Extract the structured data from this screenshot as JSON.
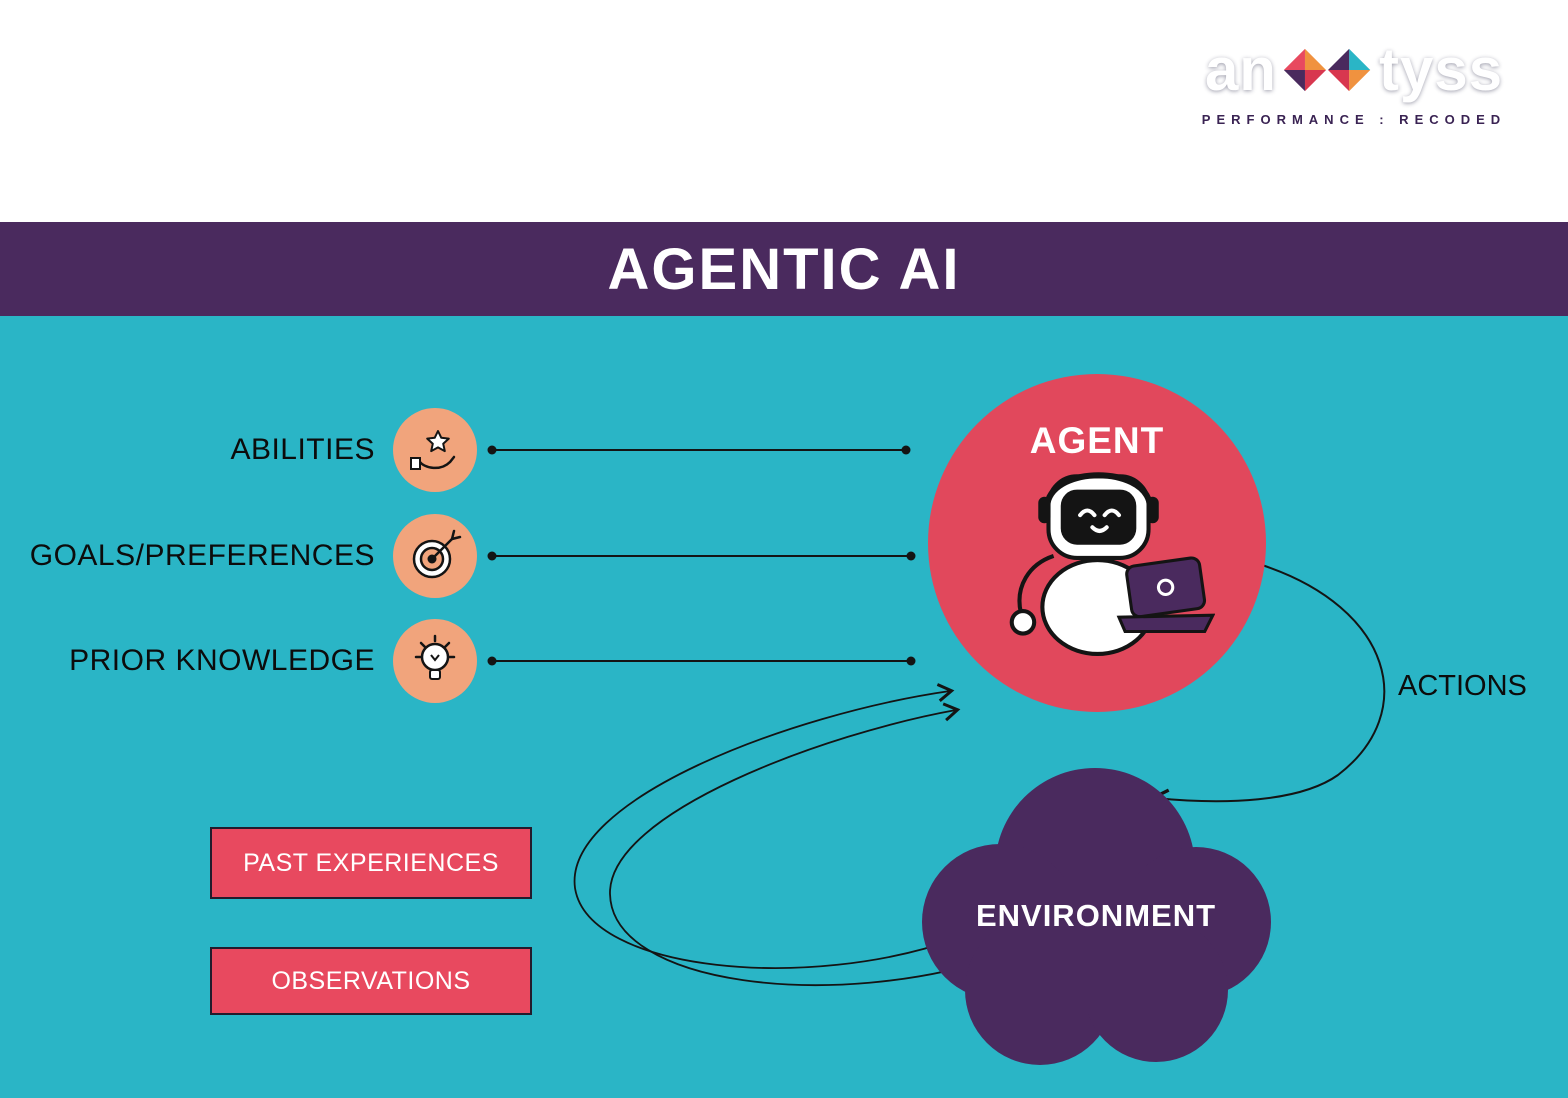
{
  "logo": {
    "word_start": "an",
    "word_end": "tyss",
    "tagline": "PERFORMANCE : RECODED"
  },
  "banner": {
    "title": "AGENTIC AI"
  },
  "diagram": {
    "inputs": [
      {
        "label": "ABILITIES",
        "icon": "hand-holding-star-icon"
      },
      {
        "label": "GOALS/PREFERENCES",
        "icon": "target-with-arrow-icon"
      },
      {
        "label": "PRIOR KNOWLEDGE",
        "icon": "lightbulb-icon"
      }
    ],
    "agent_label": "AGENT",
    "agent_icon": "robot-with-laptop-icon",
    "actions_label": "ACTIONS",
    "environment_label": "ENVIRONMENT",
    "feedback": [
      {
        "label": "PAST EXPERIENCES"
      },
      {
        "label": "OBSERVATIONS"
      }
    ]
  },
  "colors": {
    "background": "#2AB5C6",
    "banner": "#4A2A5E",
    "agent_circle": "#E1485C",
    "environment_cloud": "#4A2A5E",
    "icon_circle": "#F1A47C",
    "feedback_box": "#E8495F",
    "text_dark": "#0C0C0C",
    "text_light": "#FFFFFF",
    "tagline_text": "#3A2353",
    "connector": "#141414"
  }
}
